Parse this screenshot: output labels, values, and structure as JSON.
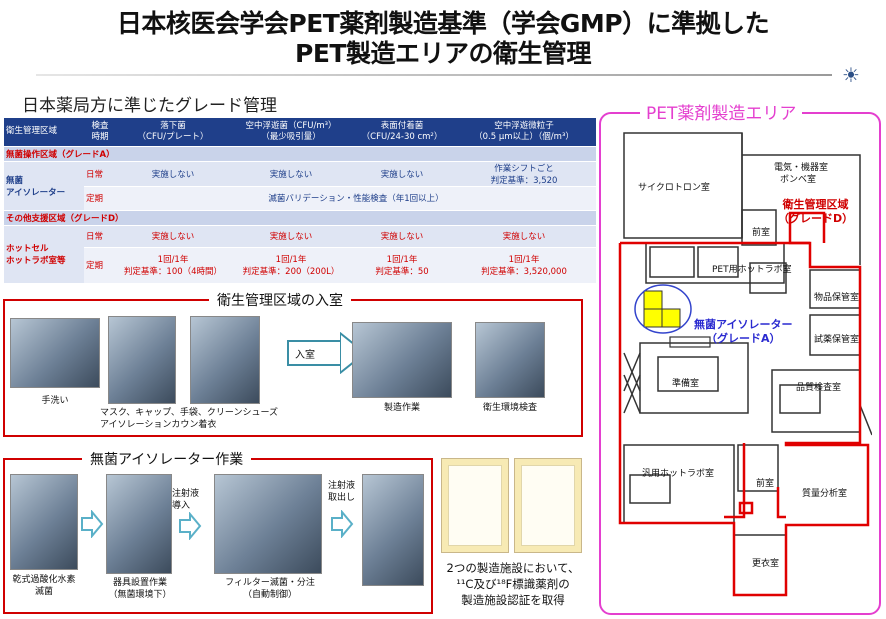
{
  "title_line1": "日本核医会学会PET薬剤製造基準（学会GMP）に準拠した",
  "title_line2": "PET製造エリアの衛生管理",
  "subtitle": "日本薬局方に準じたグレード管理",
  "table": {
    "headers": [
      "衛生管理区域",
      "検査時期",
      "落下菌（CFU/プレート）",
      "空中浮遊菌（CFU/m³）（最少吸引量）",
      "表面付着菌（CFU/24-30 cm²）",
      "空中浮遊微粒子（0.5 µm以上）（個/m³）"
    ],
    "h0": "衛生管理区域",
    "h1a": "検査",
    "h1b": "時期",
    "h2a": "落下菌",
    "h2b": "（CFU/プレート）",
    "h3a": "空中浮遊菌（CFU/m³）",
    "h3b": "（最少吸引量）",
    "h4a": "表面付着菌",
    "h4b": "（CFU/24-30 cm²）",
    "h5a": "空中浮遊微粒子",
    "h5b": "（0.5 µm以上）（個/m³）",
    "secA": "無菌操作区域（グレードA）",
    "grpA1": "無菌",
    "grpA2": "アイソレーター",
    "a_daily": "日常",
    "a_daily_c1": "実施しない",
    "a_daily_c2": "実施しない",
    "a_daily_c3": "実施しない",
    "a_daily_c4a": "作業シフトごと",
    "a_daily_c4b": "判定基準：3,520",
    "a_reg": "定期",
    "a_reg_span": "滅菌バリデーション・性能検査（年1回以上）",
    "secD": "その他支援区域（グレードD）",
    "grpD1": "ホットセル",
    "grpD2": "ホットラボ室等",
    "d_daily": "日常",
    "d_daily_c1": "実施しない",
    "d_daily_c2": "実施しない",
    "d_daily_c3": "実施しない",
    "d_daily_c4": "実施しない",
    "d_reg": "定期",
    "d_reg_c1a": "1回/1年",
    "d_reg_c1b": "判定基準：100（4時間）",
    "d_reg_c2a": "1回/1年",
    "d_reg_c2b": "判定基準：200（200L）",
    "d_reg_c3a": "1回/1年",
    "d_reg_c3b": "判定基準：50",
    "d_reg_c4a": "1回/1年",
    "d_reg_c4b": "判定基準：3,520,000"
  },
  "entry": {
    "label": "衛生管理区域の入室",
    "cap_wash": "手洗い",
    "cap_gown1": "マスク、キャップ、手袋、クリーンシューズ",
    "cap_gown2": "アイソレーションカウン着衣",
    "arrow": "入室",
    "cap_work": "製造作業",
    "cap_env": "衛生環境検査"
  },
  "isolator": {
    "label": "無菌アイソレーター作業",
    "cap1a": "乾式過酸化水素",
    "cap1b": "滅菌",
    "cap2a": "器具設置作業",
    "cap2b": "（無菌環境下）",
    "step2a": "注射液",
    "step2b": "導入",
    "cap3a": "フィルター滅菌・分注",
    "cap3b": "（自動制御）",
    "step3a": "注射液",
    "step3b": "取出し"
  },
  "cert": {
    "line1": "2つの製造施設において、",
    "line2a": "¹¹C及び¹⁸F標識薬剤の",
    "line3": "製造施設認証を取得"
  },
  "map": {
    "title": "PET薬剤製造エリア",
    "cyclotron": "サイクロトロン室",
    "elec1": "電気・機器室",
    "elec2": "ボンベ室",
    "anteroom1": "前室",
    "gradeD1": "衛生管理区域",
    "gradeD2": "（グレードD）",
    "pet_hot": "PET用ホットラボ室",
    "storage1": "物品保管室",
    "isolatorA1": "無菌アイソレーター",
    "isolatorA2": "（グレードA）",
    "reagent": "試薬保管室",
    "prep": "準備室",
    "qc": "品質検査室",
    "general_hot": "汎用ホットラボ室",
    "anteroom2": "前室",
    "mass": "質量分析室",
    "locker": "更衣室"
  },
  "colors": {
    "title": "#111111",
    "header": "#1f3f8a",
    "accent_red": "#d00000",
    "map_frame": "#e43fcf",
    "isolator_yellow": "#ffff00",
    "arrow": "#3a8ea5"
  }
}
